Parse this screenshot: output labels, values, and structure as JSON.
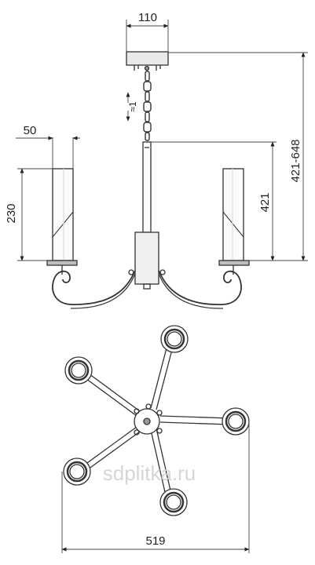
{
  "dimensions": {
    "canopy_width": "110",
    "shade_width": "50",
    "shade_height": "230",
    "drop_fixed": "421",
    "drop_range": "421-648",
    "chain_adjust": "≈1",
    "span_width": "519"
  },
  "watermark": "sdplitka.ru",
  "colors": {
    "line": "#333333",
    "fill_dark": "#bfbfbf"
  }
}
